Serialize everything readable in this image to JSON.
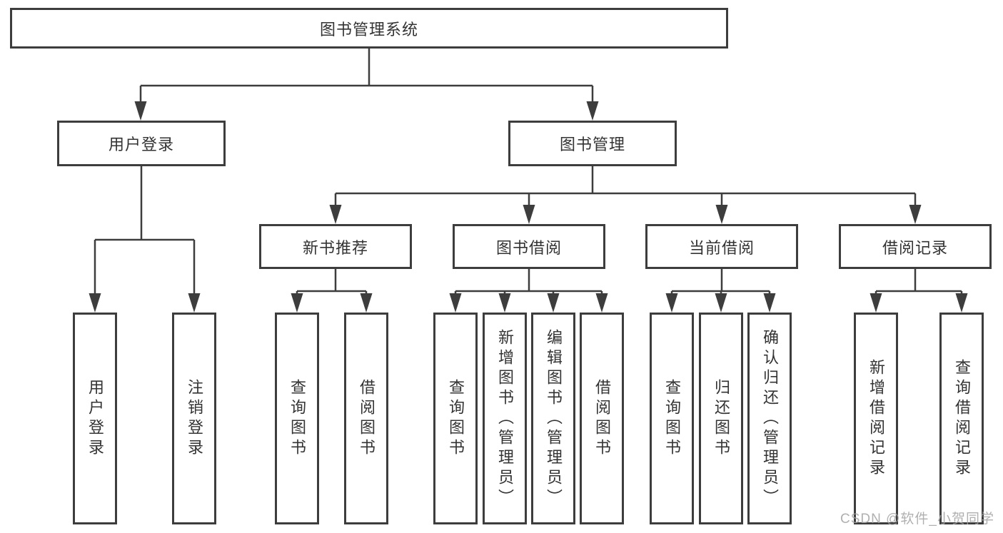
{
  "diagram": {
    "title": "图书管理系统",
    "root": {
      "label": "图书管理系统"
    },
    "level2": [
      {
        "label": "用户登录"
      },
      {
        "label": "图书管理"
      }
    ],
    "level3": [
      {
        "label": "新书推荐"
      },
      {
        "label": "图书借阅"
      },
      {
        "label": "当前借阅"
      },
      {
        "label": "借阅记录"
      }
    ],
    "leaves": [
      "用户登录",
      "注销登录",
      "查询图书",
      "借阅图书",
      "查询图书",
      "新增图书（管理员）",
      "编辑图书（管理员）",
      "借阅图书",
      "查询图书",
      "归还图书",
      "确认归还（管理员）",
      "新增借阅记录",
      "查询借阅记录"
    ],
    "colors": {
      "line": "#3d3d3d",
      "box_background": "#ffffff",
      "text": "#333333",
      "watermark": "#a3a3a3"
    },
    "watermark": "CSDN @软件_小贺同学"
  }
}
